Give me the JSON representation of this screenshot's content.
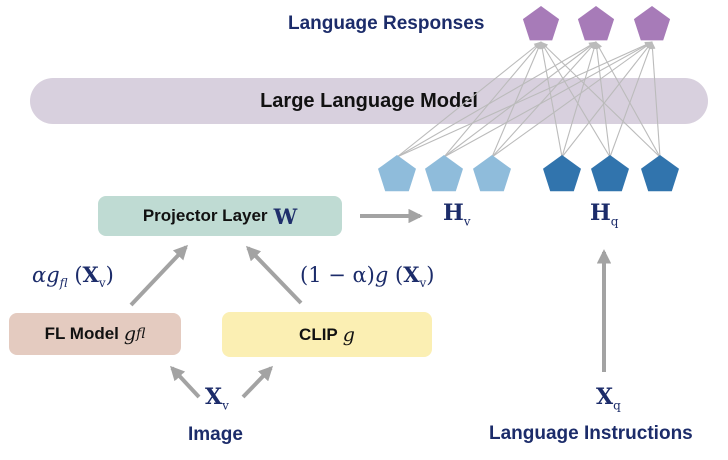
{
  "titles": {
    "responses": "Language Responses",
    "image": "Image",
    "instructions": "Language Instructions"
  },
  "boxes": {
    "llm": "Large Language Model",
    "projector": "Projector Layer",
    "projector_symbol": "W",
    "fl_model": "FL Model",
    "fl_model_symbol": "g",
    "fl_model_sub": "fl",
    "clip": "CLIP",
    "clip_symbol": "g"
  },
  "math": {
    "h": "H",
    "hv_sub": "v",
    "hq_sub": "q",
    "x": "X",
    "xv_sub": "v",
    "xq_sub": "q",
    "fl_expr": {
      "alpha": "α",
      "g": "g",
      "g_sub": "fl",
      "open": " (",
      "x": "X",
      "x_sub": "v",
      "close": ")"
    },
    "clip_expr": {
      "coef": "(1 − α)",
      "g": "g",
      "open": " (",
      "x": "X",
      "x_sub": "v",
      "close": ")"
    }
  },
  "colors": {
    "response_token": "#a77bb8",
    "visual_token": "#8fbcdb",
    "query_token": "#3174ad",
    "arrow": "#a3a3a3",
    "connector": "#bbbbbb",
    "label_text": "#1c2c6a",
    "llm_fill": "#d8d0de",
    "projector_fill": "#bfdbd3",
    "fl_fill": "#e4cbc0",
    "clip_fill": "#fbefb3"
  },
  "tokens": {
    "shape": "pentagon",
    "response_count": 3,
    "visual_count": 3,
    "query_count": 3
  }
}
